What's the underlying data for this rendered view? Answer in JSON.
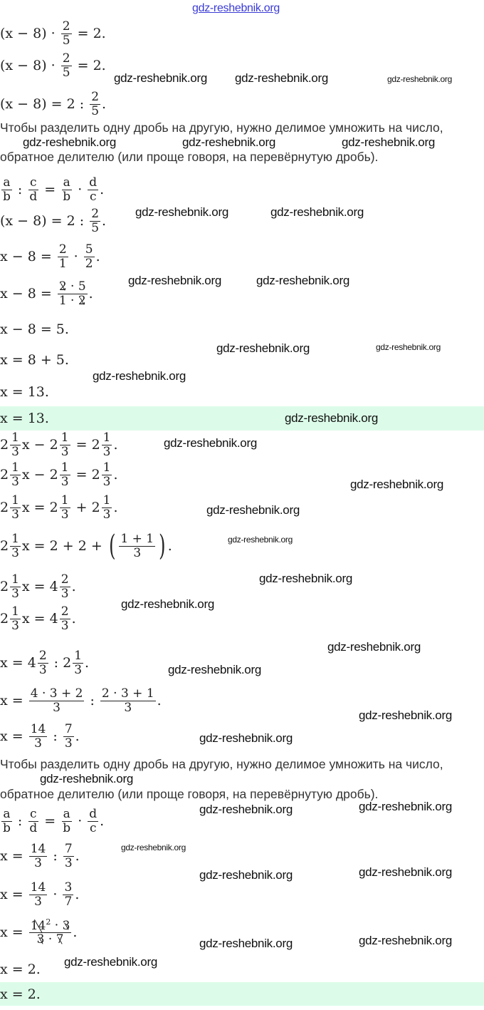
{
  "watermark": "gdz-reshebnik.org",
  "explanation": {
    "line1": "Чтобы разделить одну дробь на другую, нужно делимое умножить на число,",
    "line2": "обратное делителю (или проще говоря, на перевёрнутую дробь)."
  },
  "colors": {
    "answer_band": "#dcfce9",
    "watermark_top": "#3b3bd6"
  },
  "lines": [
    [
      "(x − 8) · ",
      {
        "f": [
          "2",
          "5"
        ]
      },
      " = 2."
    ],
    [
      "(x − 8) · ",
      {
        "f": [
          "2",
          "5"
        ]
      },
      " = 2."
    ],
    [
      "(x − 8) = 2 : ",
      {
        "f": [
          "2",
          "5"
        ]
      },
      "."
    ],
    [
      {
        "f": [
          "a",
          "b"
        ]
      },
      " : ",
      {
        "f": [
          "c",
          "d"
        ]
      },
      " = ",
      {
        "f": [
          "a",
          "b"
        ]
      },
      " · ",
      {
        "f": [
          "d",
          "c"
        ]
      },
      "."
    ],
    [
      "(x − 8) = 2 : ",
      {
        "f": [
          "2",
          "5"
        ]
      },
      "."
    ],
    [
      "x − 8 = ",
      {
        "f": [
          "2",
          "1"
        ]
      },
      " · ",
      {
        "f": [
          "5",
          "2"
        ]
      },
      "."
    ],
    [
      "x − 8 = ",
      {
        "f": [
          [
            {
              "s": "2"
            },
            " · 5"
          ],
          [
            "1 · ",
            {
              "s": "2"
            }
          ]
        ]
      },
      "."
    ],
    [
      "x − 8 = 5."
    ],
    [
      "x = 8 + 5."
    ],
    [
      "x = 13."
    ],
    [
      "x = 13."
    ],
    [
      {
        "m": [
          "2",
          "1",
          "3"
        ]
      },
      "x − ",
      {
        "m": [
          "2",
          "1",
          "3"
        ]
      },
      " = ",
      {
        "m": [
          "2",
          "1",
          "3"
        ]
      },
      "."
    ],
    [
      {
        "m": [
          "2",
          "1",
          "3"
        ]
      },
      "x − ",
      {
        "m": [
          "2",
          "1",
          "3"
        ]
      },
      " = ",
      {
        "m": [
          "2",
          "1",
          "3"
        ]
      },
      "."
    ],
    [
      {
        "m": [
          "2",
          "1",
          "3"
        ]
      },
      "x = ",
      {
        "m": [
          "2",
          "1",
          "3"
        ]
      },
      " + ",
      {
        "m": [
          "2",
          "1",
          "3"
        ]
      },
      "."
    ],
    [
      {
        "m": [
          "2",
          "1",
          "3"
        ]
      },
      "x = 2 + 2 + ",
      {
        "p": [
          {
            "f": [
              "1 + 1",
              "3"
            ]
          }
        ]
      },
      "."
    ],
    [
      {
        "m": [
          "2",
          "1",
          "3"
        ]
      },
      "x = ",
      {
        "m": [
          "4",
          "2",
          "3"
        ]
      },
      "."
    ],
    [
      {
        "m": [
          "2",
          "1",
          "3"
        ]
      },
      "x = ",
      {
        "m": [
          "4",
          "2",
          "3"
        ]
      },
      "."
    ],
    [
      "x = ",
      {
        "m": [
          "4",
          "2",
          "3"
        ]
      },
      " : ",
      {
        "m": [
          "2",
          "1",
          "3"
        ]
      },
      "."
    ],
    [
      "x = ",
      {
        "f": [
          "4 · 3 + 2",
          "3"
        ]
      },
      " : ",
      {
        "f": [
          "2 · 3 + 1",
          "3"
        ]
      },
      "."
    ],
    [
      "x = ",
      {
        "f": [
          "14",
          "3"
        ]
      },
      " : ",
      {
        "f": [
          "7",
          "3"
        ]
      },
      "."
    ],
    [
      {
        "f": [
          "a",
          "b"
        ]
      },
      " : ",
      {
        "f": [
          "c",
          "d"
        ]
      },
      " = ",
      {
        "f": [
          "a",
          "b"
        ]
      },
      " · ",
      {
        "f": [
          "d",
          "c"
        ]
      },
      "."
    ],
    [
      "x = ",
      {
        "f": [
          "14",
          "3"
        ]
      },
      " : ",
      {
        "f": [
          "7",
          "3"
        ]
      },
      "."
    ],
    [
      "x = ",
      {
        "f": [
          "14",
          "3"
        ]
      },
      " · ",
      {
        "f": [
          "3",
          "7"
        ]
      },
      "."
    ],
    [
      "x = ",
      {
        "f": [
          [
            {
              "s": "14"
            },
            {
              "sup": "2"
            },
            " · ",
            {
              "s": "3"
            }
          ],
          [
            {
              "s": "3"
            },
            " · ",
            {
              "s": "7"
            }
          ]
        ]
      },
      "."
    ],
    [
      "x = 2."
    ],
    [
      "x = 2."
    ]
  ]
}
